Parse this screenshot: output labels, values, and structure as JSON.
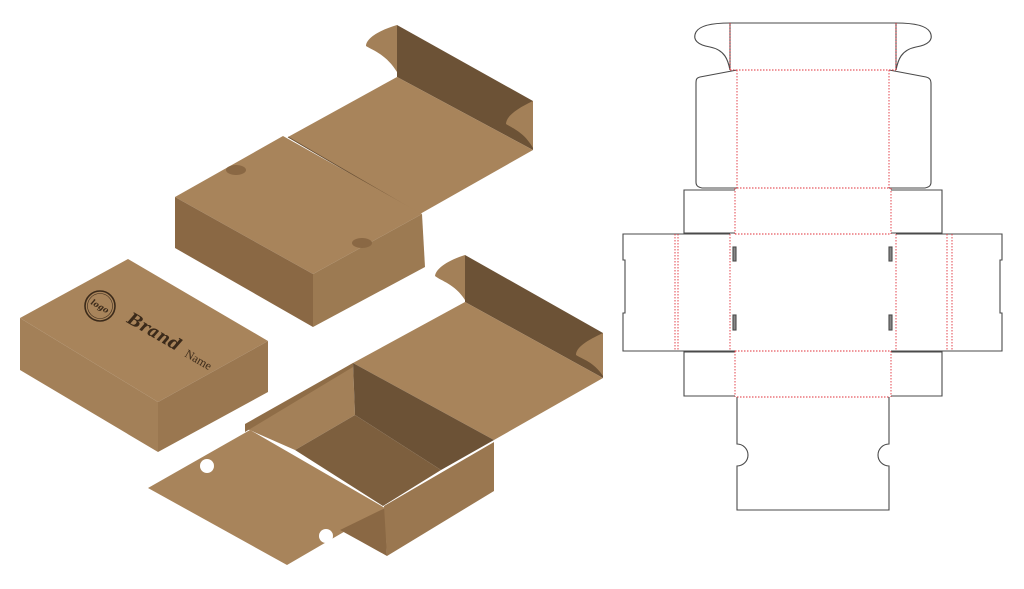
{
  "branding": {
    "logo_text": "logo",
    "brand_text": "Brand",
    "name_text": "Name"
  },
  "colors": {
    "kraft_top": "#a8845b",
    "kraft_side_light": "#a38058",
    "kraft_side_dark": "#8a6844",
    "kraft_inner_dark": "#6c5236",
    "kraft_floor": "#7d5f3e",
    "ink": "#3b2a1a",
    "cut_line": "#4a4a4a",
    "crease_line": "#e0303a"
  }
}
